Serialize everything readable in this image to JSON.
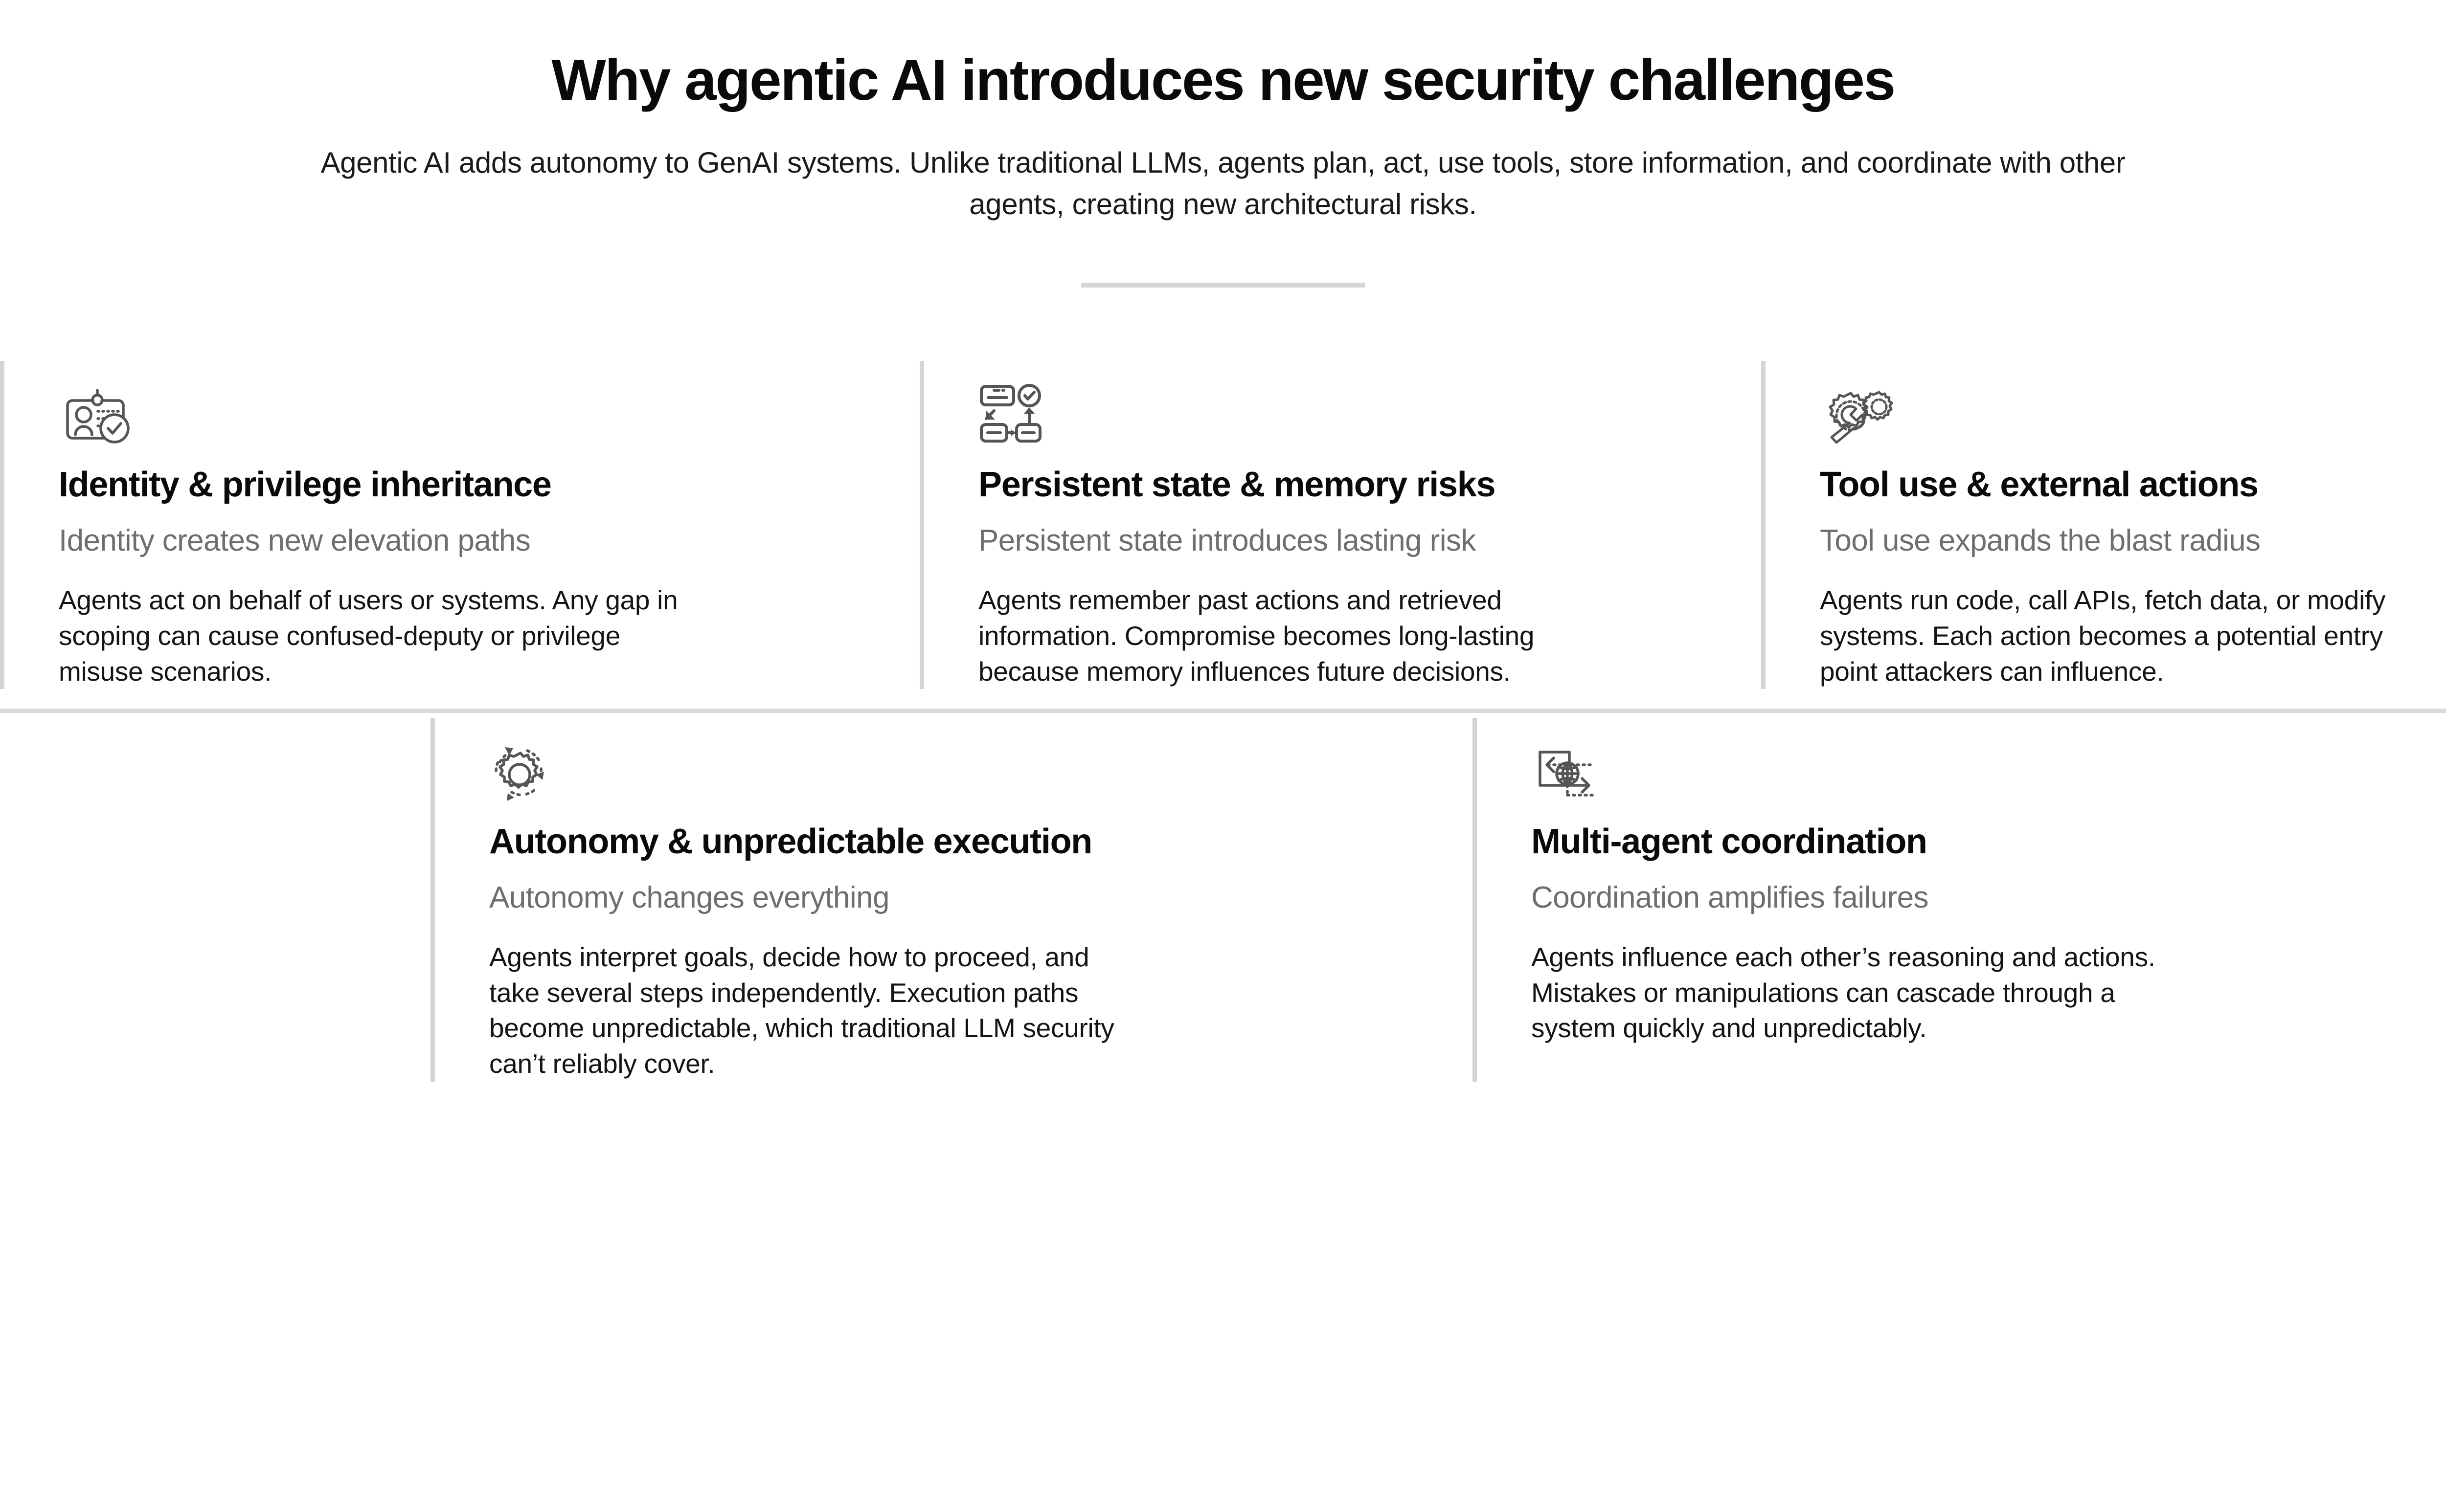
{
  "header": {
    "title": "Why agentic AI introduces new security challenges",
    "subtitle": "Agentic AI adds autonomy to GenAI systems. Unlike traditional LLMs, agents plan, act, use tools, store information, and coordinate with other agents, creating new architectural risks.",
    "divider_color": "#d6d6d6"
  },
  "colors": {
    "title_text": "#0a0a0a",
    "body_text": "#141414",
    "muted_text": "#6e6e6e",
    "divider": "#d4d4d4",
    "icon_stroke": "#555555",
    "background": "#ffffff"
  },
  "cards": [
    {
      "icon": "id-badge-check-icon",
      "title": "Identity & privilege inheritance",
      "subtitle": "Identity creates new elevation paths",
      "body": "Agents act on behalf of users or systems. Any gap in scoping can cause confused-deputy or privilege misuse scenarios."
    },
    {
      "icon": "process-flow-check-icon",
      "title": "Persistent state & memory risks",
      "subtitle": "Persistent state introduces lasting risk",
      "body": "Agents remember past actions and retrieved information. Compromise becomes long-lasting because memory influences future decisions."
    },
    {
      "icon": "wrench-gears-icon",
      "title": "Tool use & external actions",
      "subtitle": "Tool use expands the blast radius",
      "body": "Agents run code, call APIs, fetch data, or modify systems. Each action becomes a potential entry point attackers can influence."
    },
    {
      "icon": "rotating-gear-icon",
      "title": "Autonomy & unpredictable execution",
      "subtitle": "Autonomy changes everything",
      "body": "Agents interpret goals, decide how to proceed, and take several steps independently. Execution paths become unpredictable, which traditional LLM security can’t reliably cover."
    },
    {
      "icon": "globe-exchange-icon",
      "title": "Multi-agent coordination",
      "subtitle": "Coordination amplifies failures",
      "body": "Agents influence each other’s reasoning and actions. Mistakes or manipulations can cascade through a system quickly and unpredictably."
    }
  ]
}
